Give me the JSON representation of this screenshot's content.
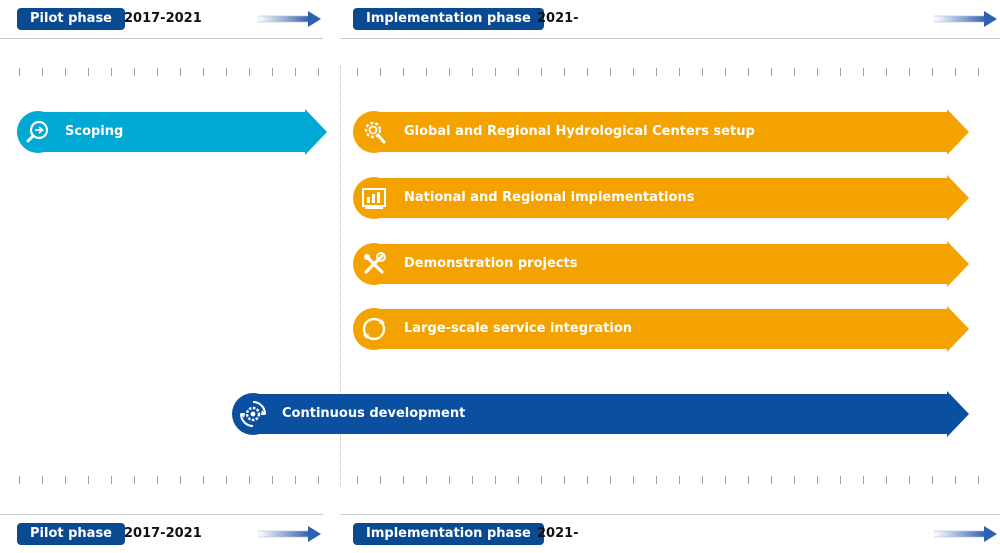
{
  "header_top": {
    "pilot": {
      "label": "Pilot phase",
      "period": "2017-2021"
    },
    "implementation": {
      "label": "Implementation phase",
      "period": "2021-"
    }
  },
  "header_bottom": {
    "pilot": {
      "label": "Pilot phase",
      "period": "2017-2021"
    },
    "implementation": {
      "label": "Implementation phase",
      "period": "2021-"
    }
  },
  "colors": {
    "navy": "#0a4a93",
    "cyan": "#00a8d4",
    "orange": "#f4a200",
    "blue": "#0b4fa0"
  },
  "bars": {
    "scoping": {
      "label": "Scoping",
      "icon": "magnifier-arrow-icon"
    },
    "global": {
      "label": "Global and Regional Hydrological Centers setup",
      "icon": "gear-magnifier-icon"
    },
    "national": {
      "label": "National and Regional implementations",
      "icon": "chart-board-icon"
    },
    "demo": {
      "label": "Demonstration projects",
      "icon": "tools-icon"
    },
    "integration": {
      "label": "Large-scale service integration",
      "icon": "cycle-arrows-icon"
    },
    "continuous": {
      "label": "Continuous development",
      "icon": "gear-cycle-icon"
    }
  }
}
